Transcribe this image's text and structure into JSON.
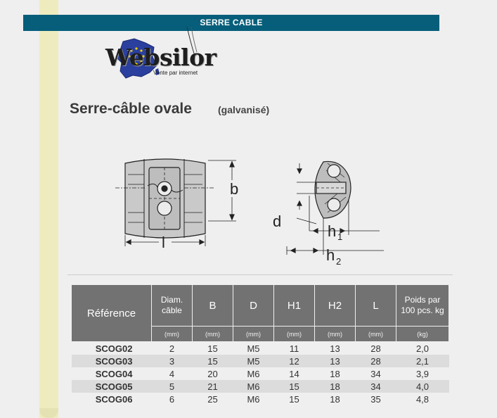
{
  "header": {
    "banner": "SERRE CABLE"
  },
  "logo": {
    "name": "Websilor",
    "tagline": "Vente par internet"
  },
  "product": {
    "title": "Serre-câble ovale",
    "finish": "(galvanisé)"
  },
  "diagram": {
    "label_b": "b",
    "label_l": "l",
    "label_d": "d",
    "label_h1": "h",
    "label_h1_sub": "1",
    "label_h2": "h",
    "label_h2_sub": "2"
  },
  "table": {
    "ref_header": "Référence",
    "columns": [
      {
        "header": "Diam. câble",
        "unit": "(mm)"
      },
      {
        "header": "B",
        "unit": "(mm)"
      },
      {
        "header": "D",
        "unit": "(mm)"
      },
      {
        "header": "H1",
        "unit": "(mm)"
      },
      {
        "header": "H2",
        "unit": "(mm)"
      },
      {
        "header": "L",
        "unit": "(mm)"
      },
      {
        "header": "Poids par 100 pcs. kg",
        "unit": "(kg)"
      }
    ],
    "rows": [
      {
        "ref": "SCOG02",
        "cells": [
          "2",
          "15",
          "M5",
          "11",
          "13",
          "28",
          "2,0"
        ]
      },
      {
        "ref": "SCOG03",
        "cells": [
          "3",
          "15",
          "M5",
          "12",
          "13",
          "28",
          "2,1"
        ]
      },
      {
        "ref": "SCOG04",
        "cells": [
          "4",
          "20",
          "M6",
          "14",
          "18",
          "34",
          "3,9"
        ]
      },
      {
        "ref": "SCOG05",
        "cells": [
          "5",
          "21",
          "M6",
          "15",
          "18",
          "34",
          "4,0"
        ]
      },
      {
        "ref": "SCOG06",
        "cells": [
          "6",
          "25",
          "M6",
          "15",
          "18",
          "35",
          "4,8"
        ]
      }
    ]
  }
}
